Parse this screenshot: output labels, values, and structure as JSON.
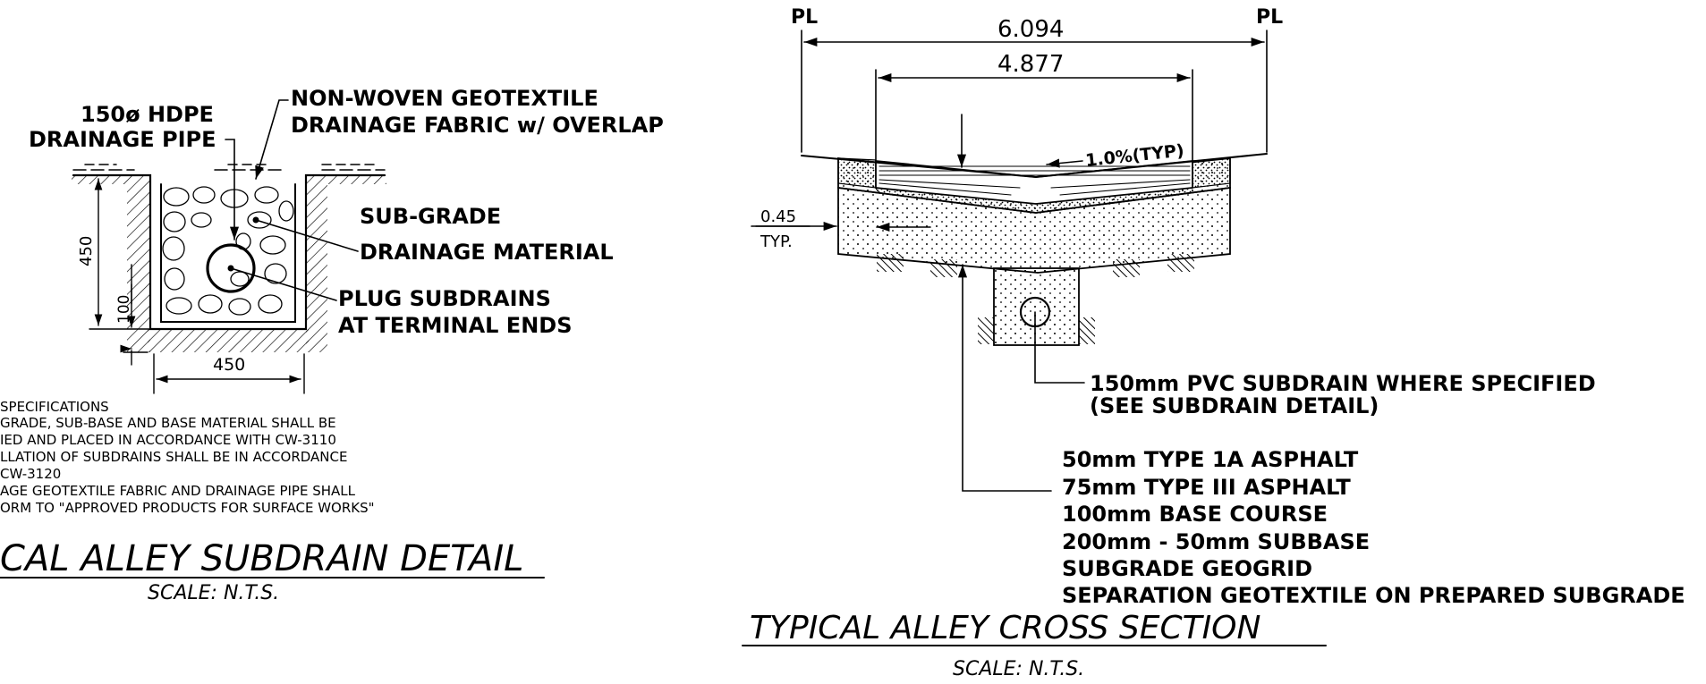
{
  "subdrain_detail": {
    "pipe_label": [
      "150ø HDPE",
      "DRAINAGE PIPE"
    ],
    "fabric_label": [
      "NON-WOVEN GEOTEXTILE",
      "DRAINAGE FABRIC w/ OVERLAP"
    ],
    "subgrade_label": "SUB-GRADE",
    "material_label": "DRAINAGE MATERIAL",
    "plug_label": [
      "PLUG SUBDRAINS",
      "AT TERMINAL ENDS"
    ],
    "dim_height": "450",
    "dim_bottom": "100",
    "dim_width": "450",
    "notes": [
      " SPECIFICATIONS",
      "GRADE, SUB-BASE AND BASE MATERIAL SHALL BE",
      "IED AND PLACED IN ACCORDANCE WITH CW-3110",
      "LLATION OF SUBDRAINS SHALL BE IN ACCORDANCE",
      "CW-3120",
      "AGE GEOTEXTILE FABRIC AND DRAINAGE PIPE SHALL",
      "ORM TO \"APPROVED PRODUCTS FOR SURFACE WORKS\""
    ],
    "title": "CAL  ALLEY  SUBDRAIN  DETAIL",
    "scale": "SCALE:  N.T.S."
  },
  "cross_section": {
    "pl_left": "PL",
    "pl_right": "PL",
    "dim_overall": "6.094",
    "dim_pavement": "4.877",
    "slope": "1.0%(TYP)",
    "dim_depth": [
      "0.45",
      "TYP."
    ],
    "subdrain_callout": [
      "150mm PVC SUBDRAIN WHERE SPECIFIED",
      "(SEE SUBDRAIN DETAIL)"
    ],
    "layers": [
      "50mm TYPE 1A ASPHALT",
      "75mm TYPE III ASPHALT",
      "100mm BASE COURSE",
      "200mm - 50mm SUBBASE",
      "SUBGRADE GEOGRID",
      "SEPARATION GEOTEXTILE ON PREPARED SUBGRADE"
    ],
    "title": "TYPICAL  ALLEY  CROSS  SECTION",
    "scale": "SCALE:  N.T.S."
  }
}
